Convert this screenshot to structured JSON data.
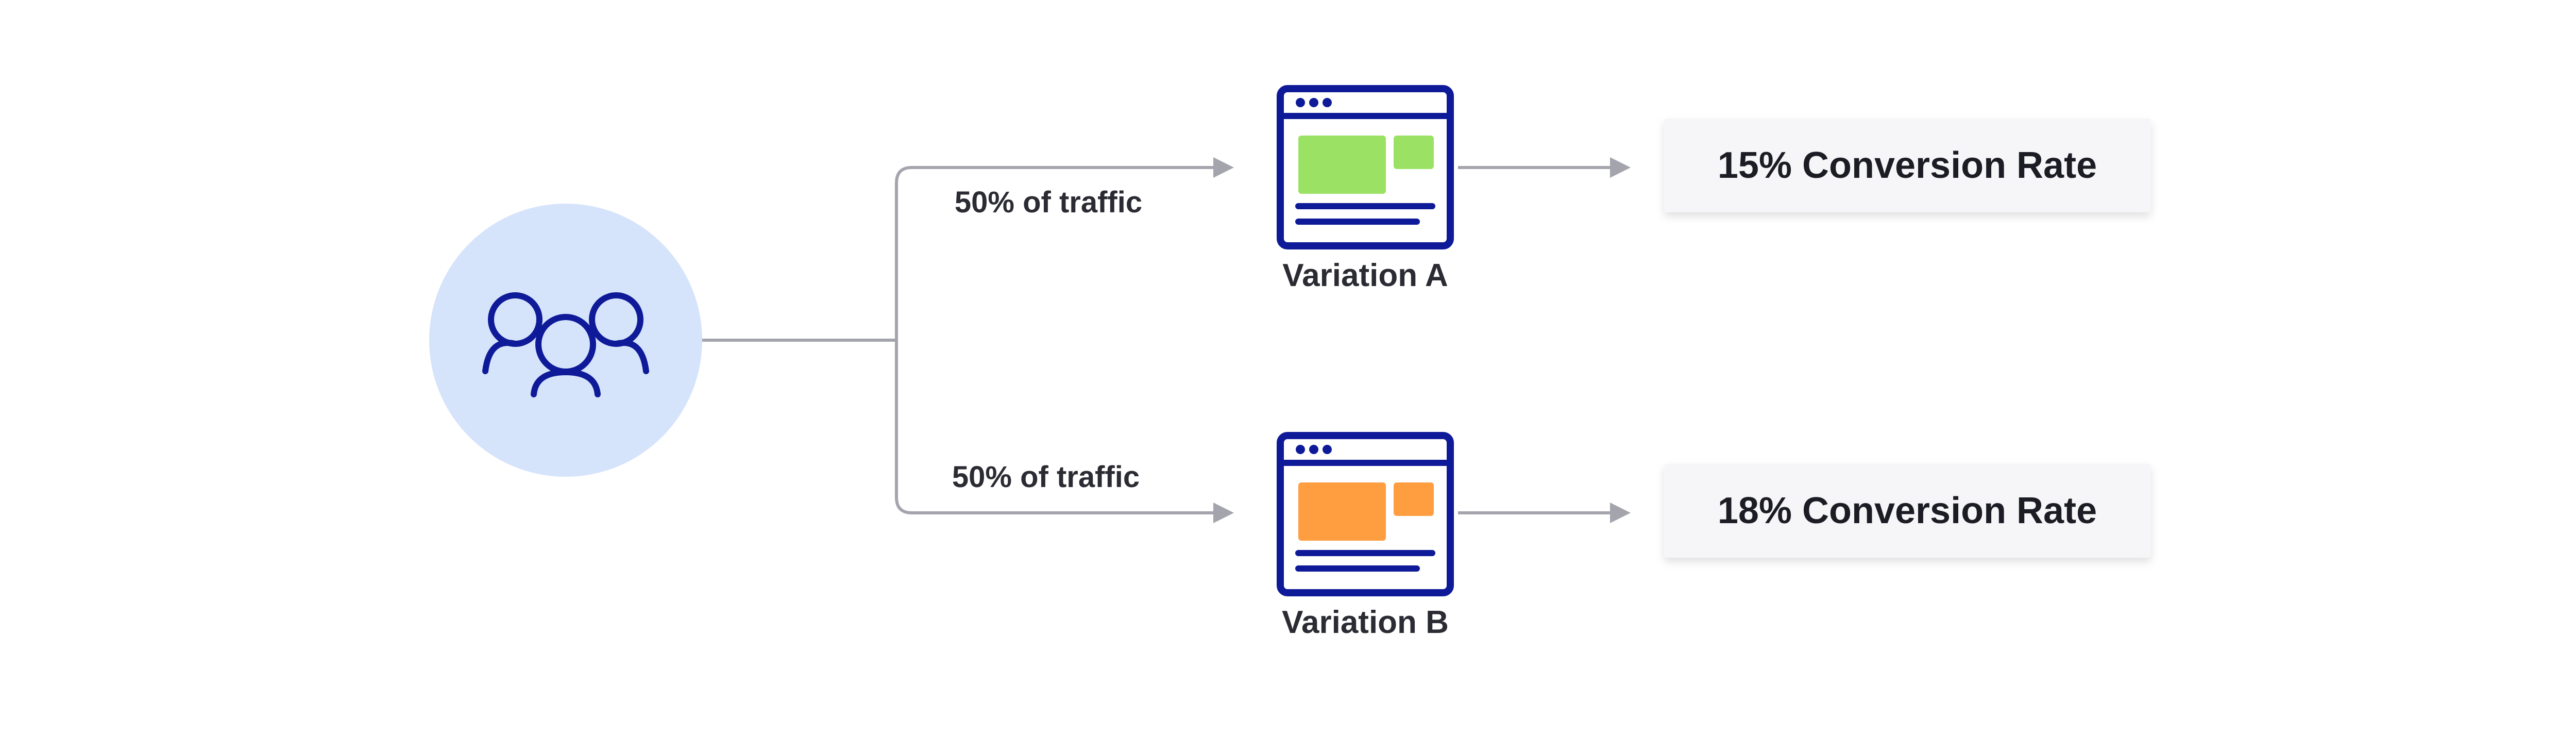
{
  "colors": {
    "audience_circle": "#d6e4fb",
    "icon_blue": "#0f1a99",
    "connector_gray": "#a4a4ad",
    "variation_a_block": "#9be264",
    "variation_b_block": "#fe9e40",
    "result_card_bg": "#f6f6f9"
  },
  "audience": {
    "icon": "users-group-icon"
  },
  "branches": [
    {
      "traffic_label": "50% of traffic",
      "variation_label": "Variation A",
      "variation_icon": "browser-window-icon",
      "result": "15% Conversion Rate"
    },
    {
      "traffic_label": "50% of traffic",
      "variation_label": "Variation B",
      "variation_icon": "browser-window-icon",
      "result": "18% Conversion Rate"
    }
  ]
}
